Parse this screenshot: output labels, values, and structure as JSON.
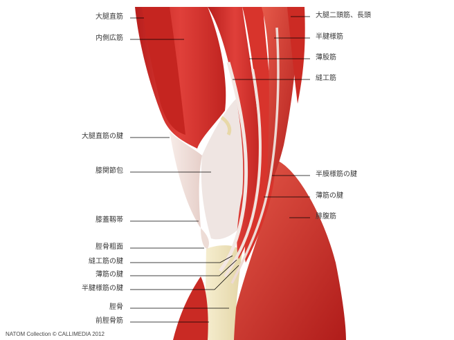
{
  "labels_left": [
    "大腿直筋",
    "内側広筋",
    "大腿直筋の腱",
    "膝関節包",
    "膝蓋靱帯",
    "脛骨粗面",
    "縫工筋の腱",
    "薄筋の腱",
    "半腱様筋の腱",
    "脛骨",
    "前脛骨筋"
  ],
  "labels_right": [
    "大腿二頭筋、長頭",
    "半腱様筋",
    "薄股筋",
    "縫工筋",
    "半膜様筋の腱",
    "薄筋の腱",
    "腓腹筋"
  ],
  "credit": "NATOM Collection © CALLIMEDIA 2012",
  "colors": {
    "muscle": "#d9302a",
    "muscle_dark": "#b81e1c",
    "tendon": "#f4e6e2",
    "bone": "#f2e8c3",
    "leader_line": "#000000"
  }
}
